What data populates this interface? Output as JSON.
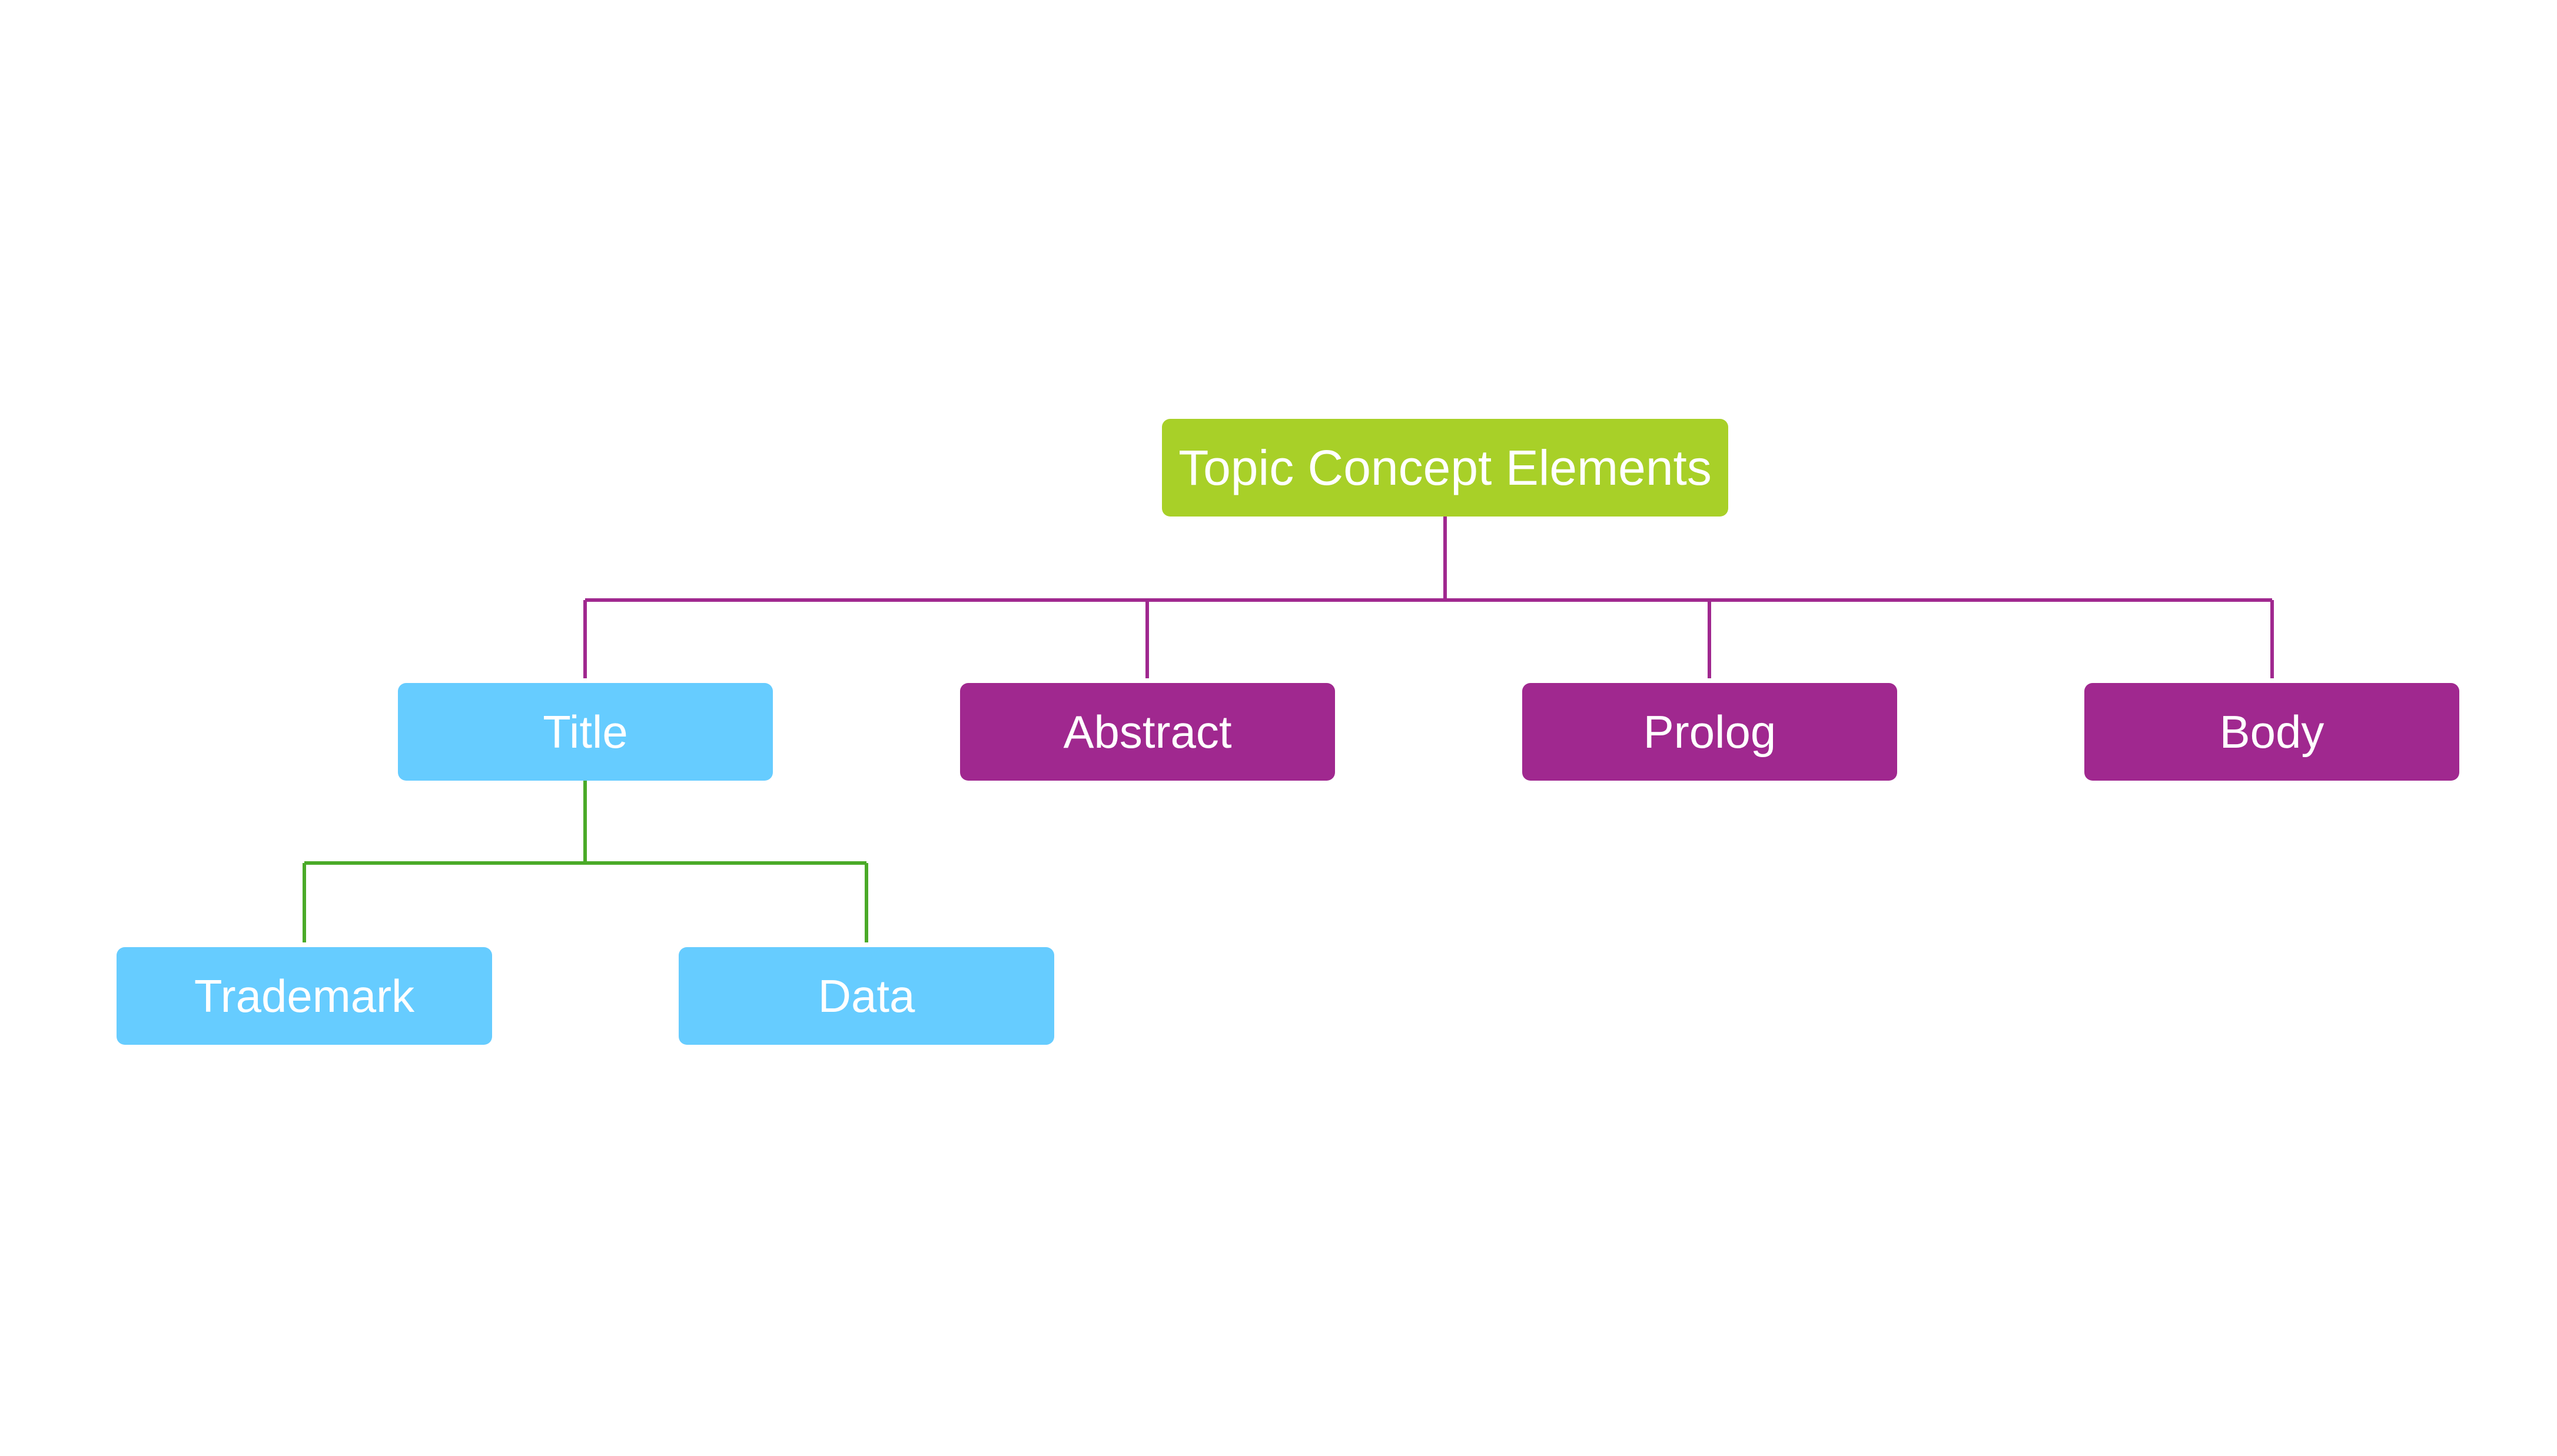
{
  "diagram": {
    "root": {
      "label": "Topic Concept Elements",
      "color": "#A8D028"
    },
    "level1": [
      {
        "id": "title",
        "label": "Title",
        "color": "#66CCFF"
      },
      {
        "id": "abstract",
        "label": "Abstract",
        "color": "#A0288F"
      },
      {
        "id": "prolog",
        "label": "Prolog",
        "color": "#A0288F"
      },
      {
        "id": "body",
        "label": "Body",
        "color": "#A0288F"
      }
    ],
    "level2": [
      {
        "id": "trademark",
        "label": "Trademark",
        "parent": "title",
        "color": "#66CCFF"
      },
      {
        "id": "data",
        "label": "Data",
        "parent": "title",
        "color": "#66CCFF"
      }
    ],
    "connector_colors": {
      "root_branch": "#A0288F",
      "title_branch": "#4AAA28"
    }
  }
}
